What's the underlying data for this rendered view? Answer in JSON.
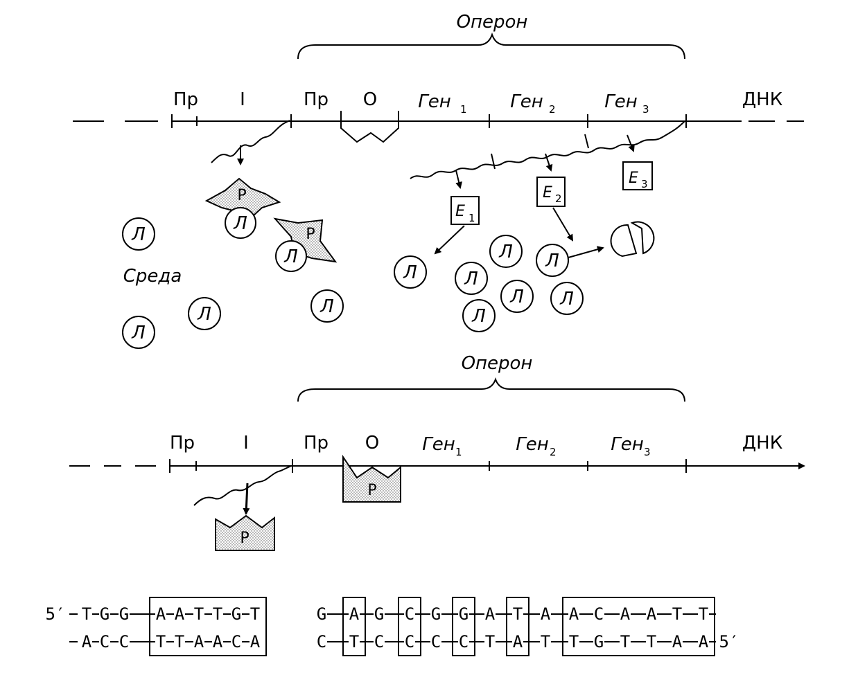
{
  "top": {
    "operon_label": "Оперон",
    "dna_label": "ДНК",
    "segments": {
      "promoter_i": "Пр",
      "regulator": "I",
      "promoter": "Пр",
      "operator": "O",
      "gene1": "Ген",
      "gene1_sub": "1",
      "gene2": "Ген",
      "gene2_sub": "2",
      "gene3": "Ген",
      "gene3_sub": "3"
    },
    "repressor_label": "P",
    "ligand_label": "Л",
    "medium_label": "Среда",
    "enzymes": [
      {
        "label": "E",
        "sub": "1"
      },
      {
        "label": "E",
        "sub": "2"
      },
      {
        "label": "E",
        "sub": "3"
      }
    ]
  },
  "bottom": {
    "operon_label": "Оперон",
    "dna_label": "ДНК",
    "segments": {
      "promoter_i": "Пр",
      "regulator": "I",
      "promoter": "Пр",
      "operator": "O",
      "gene1": "Ген",
      "gene1_sub": "1",
      "gene2": "Ген",
      "gene2_sub": "2",
      "gene3": "Ген",
      "gene3_sub": "3"
    },
    "repressor_label": "P"
  },
  "sequence": {
    "top_prefix": "5′",
    "top_strand": [
      "T",
      "G",
      "G",
      "A",
      "A",
      "T",
      "T",
      "G",
      "T",
      "G",
      "A",
      "G",
      "C",
      "G",
      "G",
      "A",
      "T",
      "A",
      "A",
      "C",
      "A",
      "A",
      "T",
      "T"
    ],
    "bottom_strand": [
      "A",
      "C",
      "C",
      "T",
      "T",
      "A",
      "A",
      "C",
      "A",
      "C",
      "T",
      "C",
      "C",
      "C",
      "C",
      "T",
      "A",
      "T",
      "T",
      "G",
      "T",
      "T",
      "A",
      "A"
    ],
    "bottom_suffix": "5′"
  }
}
